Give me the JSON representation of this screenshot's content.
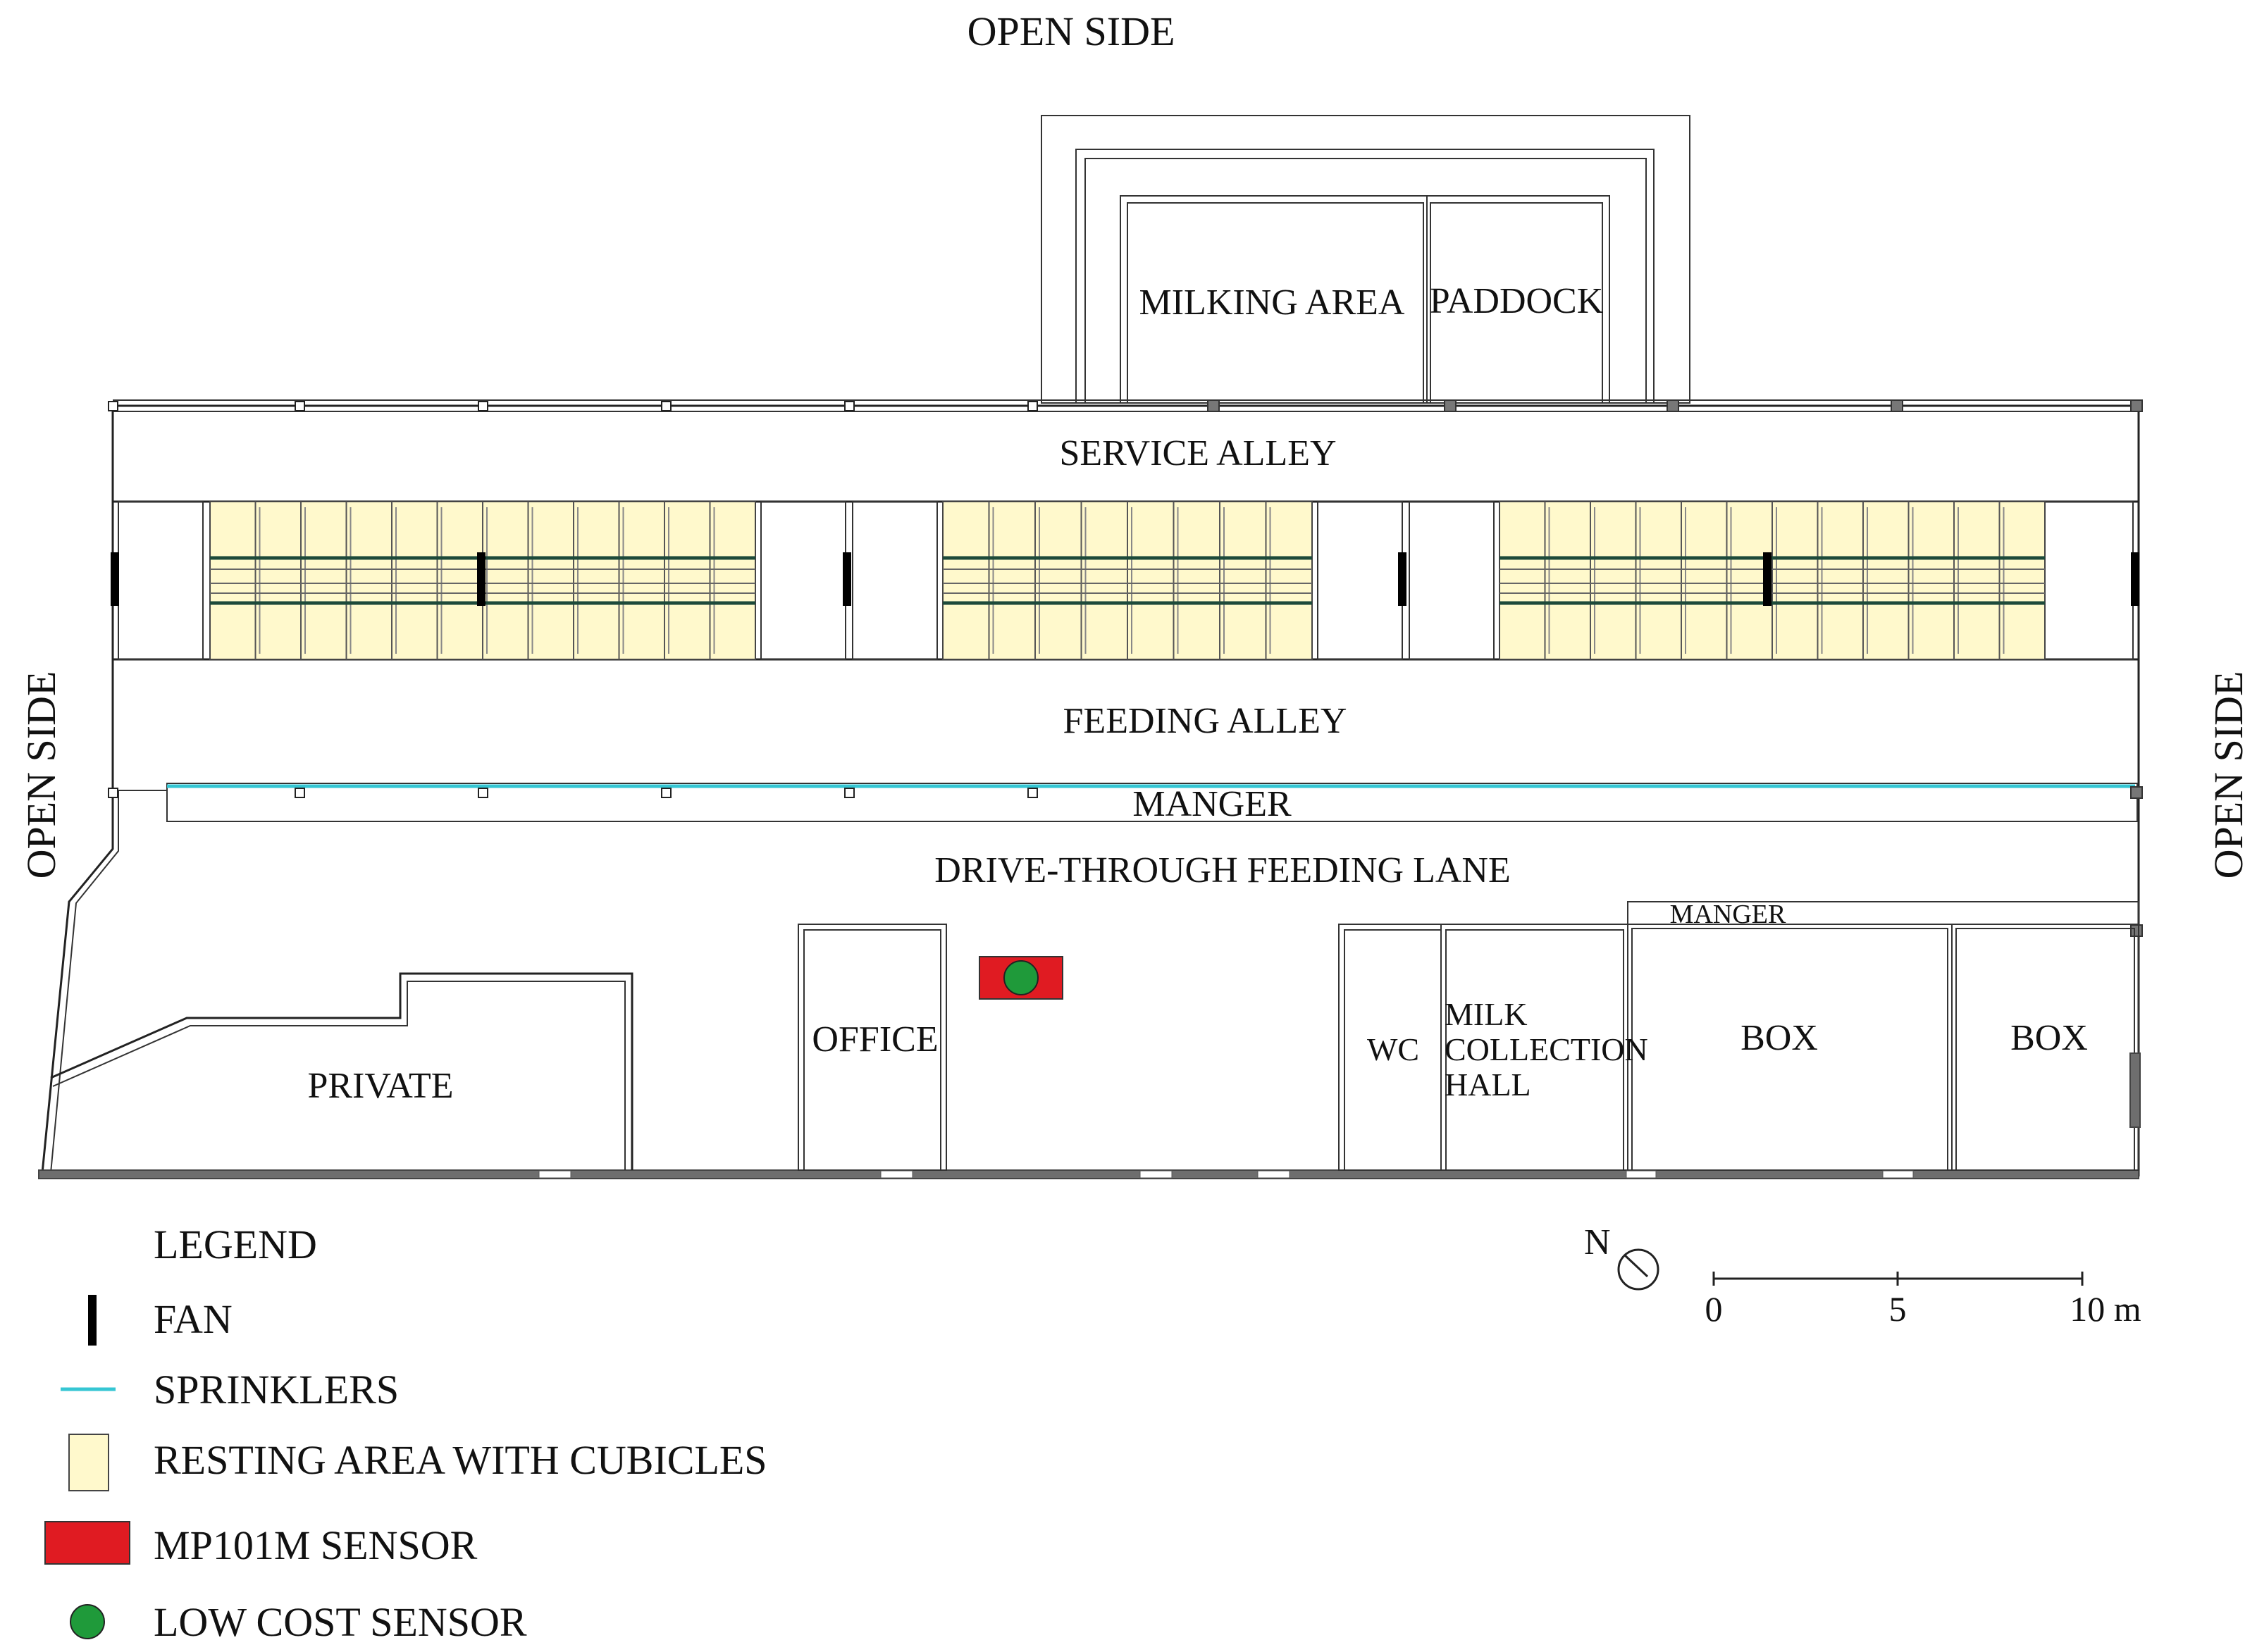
{
  "labels": {
    "open_side_top": "OPEN SIDE",
    "open_side_left": "OPEN SIDE",
    "open_side_right": "OPEN SIDE",
    "milking_area": "MILKING AREA",
    "paddock": "PADDOCK",
    "service_alley": "SERVICE ALLEY",
    "feeding_alley": "FEEDING ALLEY",
    "manger": "MANGER",
    "drive_through": "DRIVE-THROUGH FEEDING LANE",
    "manger_small": "MANGER",
    "office": "OFFICE",
    "private": "PRIVATE",
    "wc": "WC",
    "milk_hall_1": "MILK",
    "milk_hall_2": "COLLECTION",
    "milk_hall_3": "HALL",
    "box_1": "BOX",
    "box_2": "BOX"
  },
  "legend": {
    "title": "LEGEND",
    "items": [
      {
        "icon": "fan-icon",
        "label": "FAN"
      },
      {
        "icon": "sprinkler-icon",
        "label": "SPRINKLERS"
      },
      {
        "icon": "cubicle-swatch",
        "label": "RESTING AREA WITH CUBICLES"
      },
      {
        "icon": "mp101m-sensor-icon",
        "label": "MP101M SENSOR"
      },
      {
        "icon": "low-cost-sensor-icon",
        "label": "LOW COST SENSOR"
      }
    ]
  },
  "north": "N",
  "scale": {
    "ticks": [
      "0",
      "5",
      "10 m"
    ]
  },
  "colors": {
    "cubicle": "#fff9cc",
    "rail": "#1d4a3a",
    "sprinkler": "#35c6d3",
    "mp101m_sensor": "#e01b22",
    "low_cost_sensor": "#1f9a3a",
    "fan": "#000000"
  }
}
